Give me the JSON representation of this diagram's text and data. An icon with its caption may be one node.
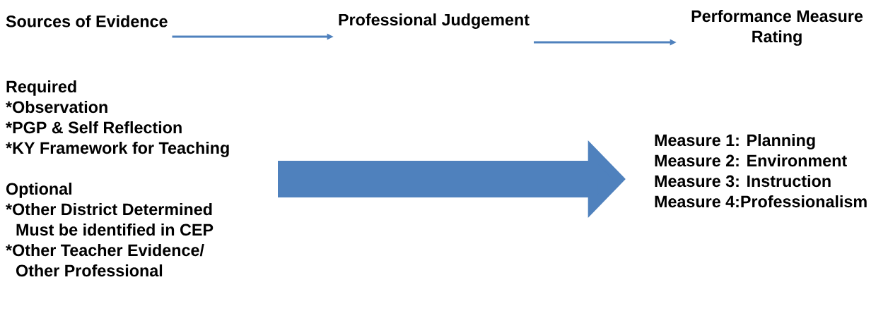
{
  "diagram": {
    "nodes": [
      {
        "text": [
          "Sources of Evidence"
        ]
      },
      {
        "text": [
          "Professional Judgement"
        ]
      },
      {
        "text": [
          "Performance Measure Rating"
        ]
      },
      {
        "text": [
          "Required",
          "*Observation",
          "*PGP & Self Reflection",
          "*KY Framework for Teaching",
          "Optional",
          "*Other District Determined Must be identified in CEP",
          "*Other Teacher Evidence/ Other Professional"
        ]
      },
      {
        "text": [
          "Measure 1: Planning",
          "Measure 2: Environment",
          "Measure 3: Instruction",
          "Measure 4:Professionalism"
        ]
      }
    ],
    "edges": [
      {
        "from": 0,
        "to": 1,
        "arrow": "to"
      },
      {
        "from": 1,
        "to": 2,
        "arrow": "to"
      },
      {
        "from": 3,
        "to": 4,
        "arrow": "to",
        "style": "thick"
      }
    ]
  }
}
